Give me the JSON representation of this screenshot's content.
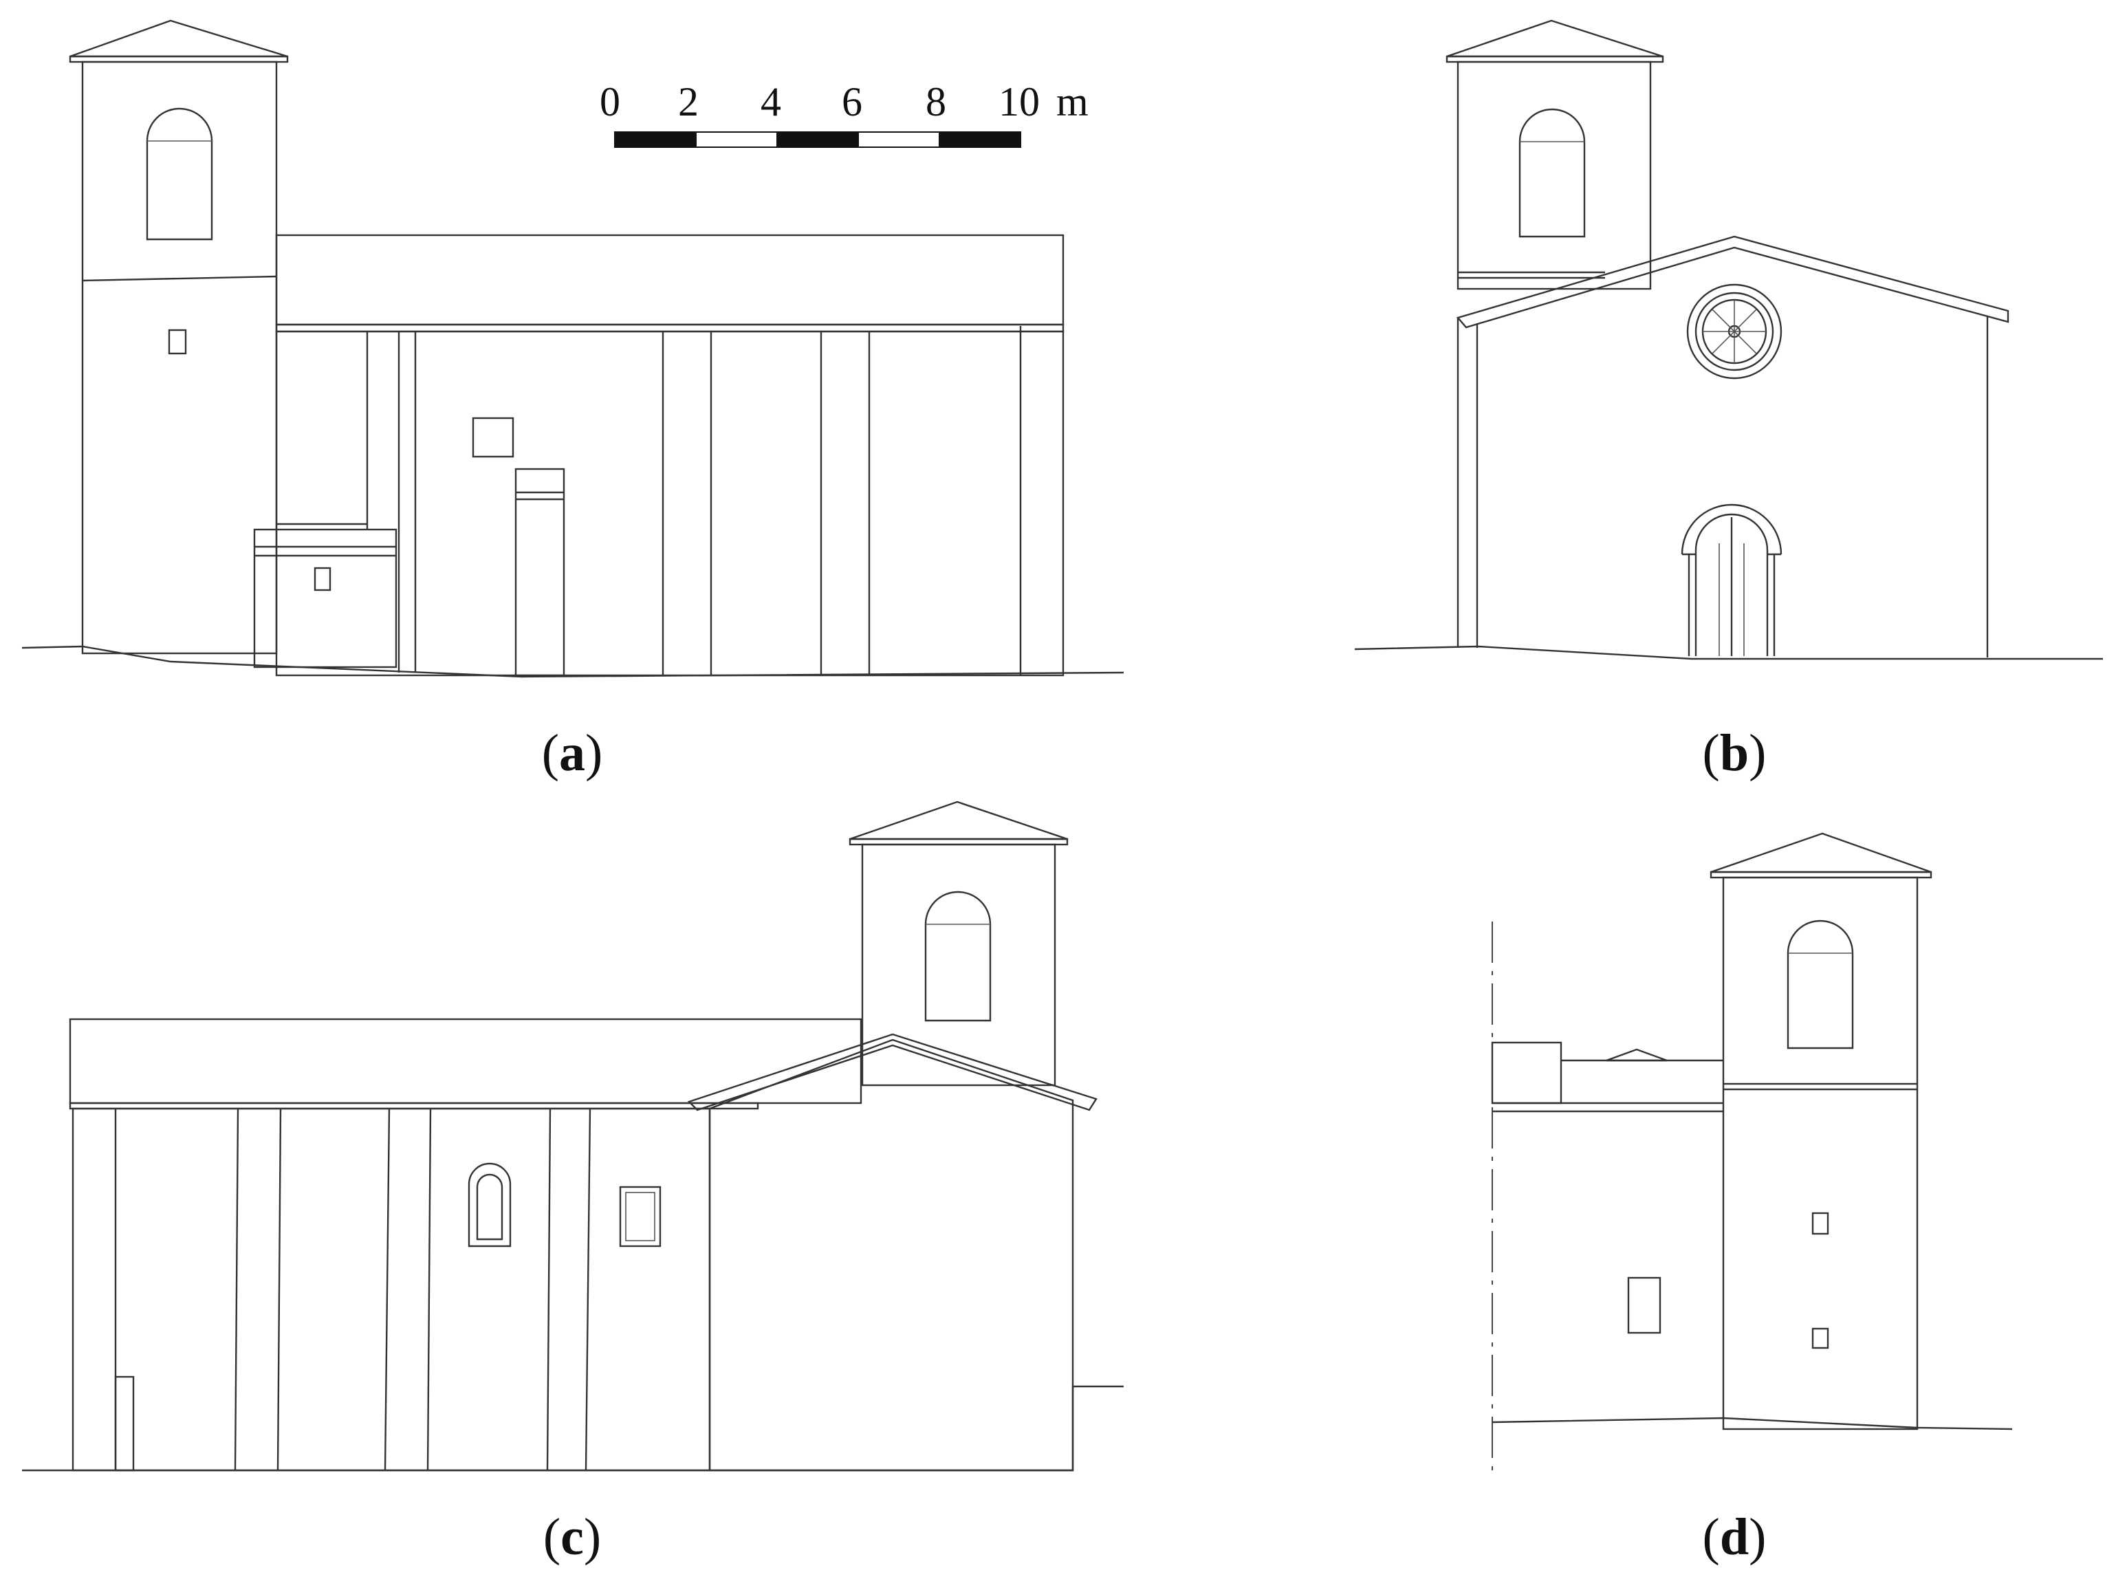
{
  "scale_bar": {
    "ticks": [
      "0",
      "2",
      "4",
      "6",
      "8",
      "10"
    ],
    "unit": "m"
  },
  "panels": [
    {
      "id": "a",
      "label_open": "(",
      "label_letter": "a",
      "label_close": ")"
    },
    {
      "id": "b",
      "label_open": "(",
      "label_letter": "b",
      "label_close": ")"
    },
    {
      "id": "c",
      "label_open": "(",
      "label_letter": "c",
      "label_close": ")"
    },
    {
      "id": "d",
      "label_open": "(",
      "label_letter": "d",
      "label_close": ")"
    }
  ]
}
